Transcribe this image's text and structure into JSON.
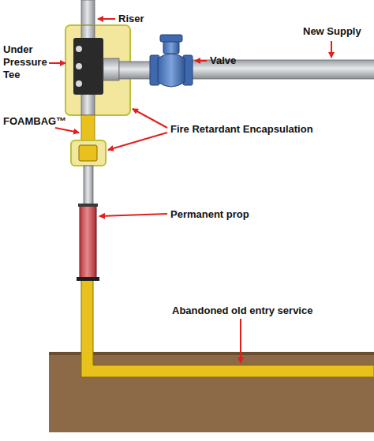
{
  "diagram": {
    "labels": [
      "Riser",
      "Under Pressure Tee",
      "Valve",
      "New Supply",
      "FOAMBAG™",
      "Fire Retardant Encapsulation",
      "Permanent prop",
      "Abandoned old entry service"
    ]
  }
}
